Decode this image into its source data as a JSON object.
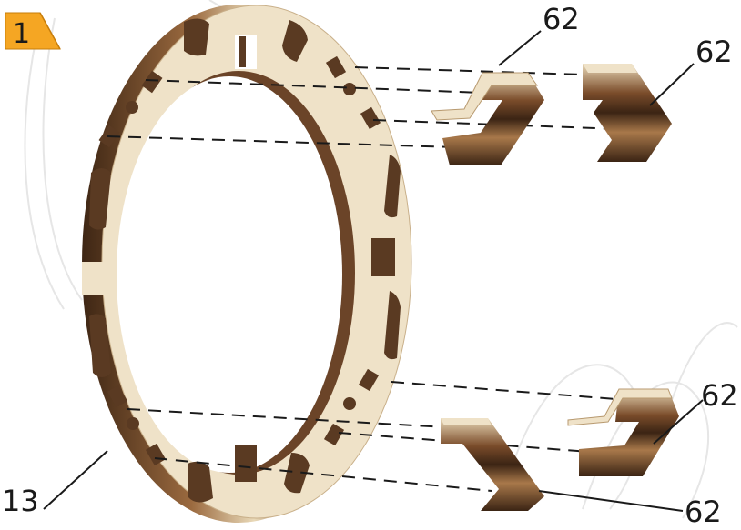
{
  "step": {
    "number": "1"
  },
  "callouts": [
    {
      "id": "ring",
      "label": "13"
    },
    {
      "id": "clip-top-front",
      "label": "62"
    },
    {
      "id": "clip-top-back",
      "label": "62"
    },
    {
      "id": "clip-bottom-back",
      "label": "62"
    },
    {
      "id": "clip-bottom-front",
      "label": "62"
    }
  ],
  "colors": {
    "wood_face": "#efe2c8",
    "wood_dark": "#5a3a22",
    "wood_mid": "#8a5c36",
    "badge": "#f5a623",
    "watermark": "#e6e6e6"
  }
}
